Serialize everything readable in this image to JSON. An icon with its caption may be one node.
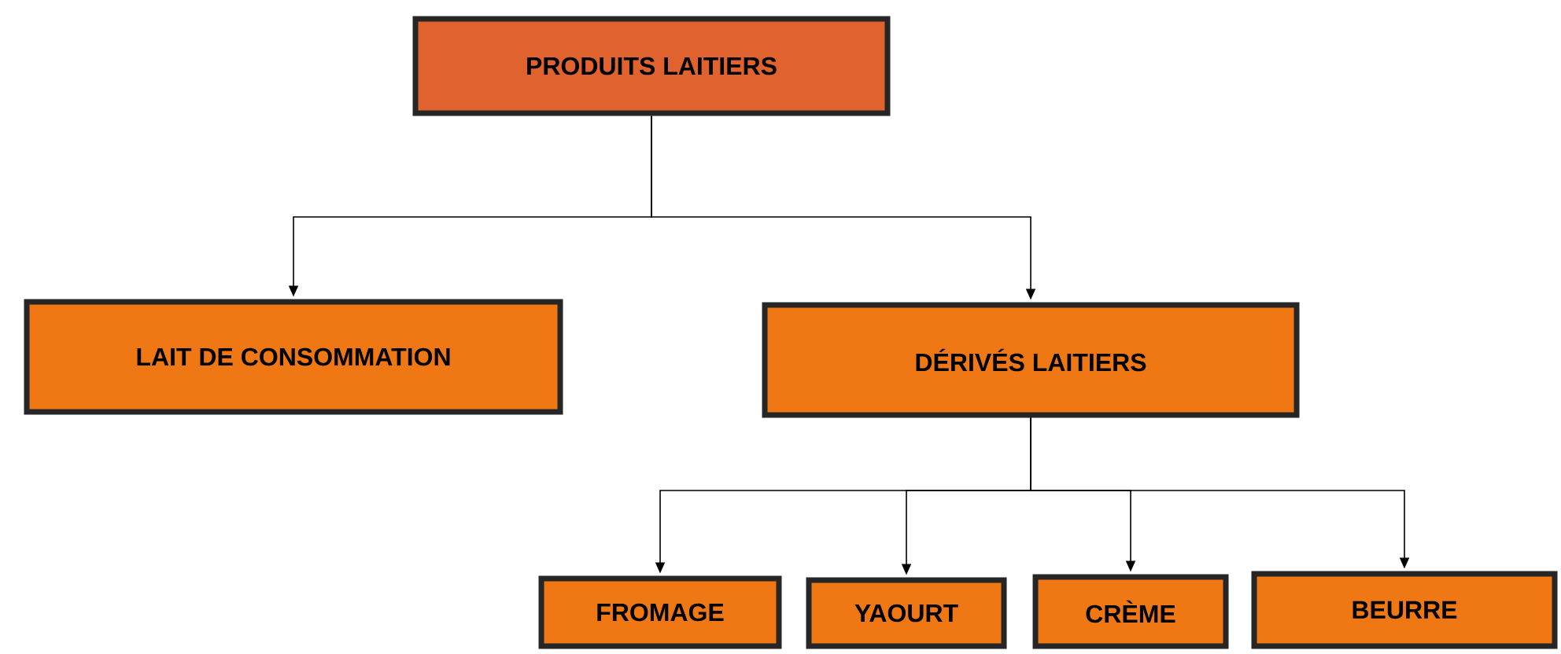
{
  "diagram": {
    "nodes": [
      {
        "text": [
          "PRODUITS LAITIERS"
        ]
      },
      {
        "text": [
          "LAIT DE CONSOMMATION"
        ]
      },
      {
        "text": [
          "DÉRIVÉS LAITIERS"
        ]
      },
      {
        "text": [
          "FROMAGE"
        ]
      },
      {
        "text": [
          "YAOURT"
        ]
      },
      {
        "text": [
          "CRÈME"
        ]
      },
      {
        "text": [
          "BEURRE"
        ]
      }
    ],
    "edges": [
      {
        "from": 0,
        "to": 1,
        "arrow": "to"
      },
      {
        "from": 0,
        "to": 2,
        "arrow": "to"
      },
      {
        "from": 2,
        "to": 3,
        "arrow": "to"
      },
      {
        "from": 2,
        "to": 4,
        "arrow": "to"
      },
      {
        "from": 2,
        "to": 5,
        "arrow": "to"
      },
      {
        "from": 2,
        "to": 6,
        "arrow": "to"
      }
    ]
  }
}
